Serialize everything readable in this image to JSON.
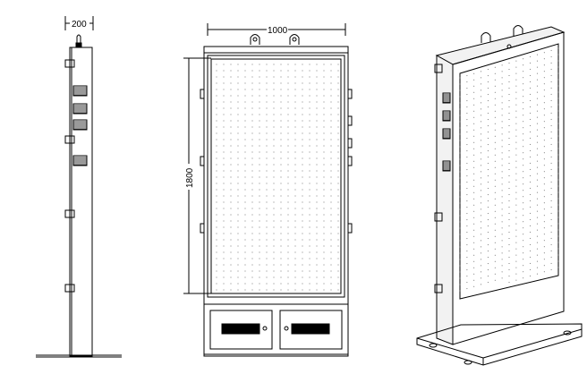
{
  "views": {
    "side": {
      "depth_label": "200"
    },
    "front": {
      "width_label": "1000",
      "height_label": "1800"
    },
    "iso": {}
  },
  "colors": {
    "line": "#000000",
    "dots": "#555555",
    "shade": "#f2f2f2"
  }
}
